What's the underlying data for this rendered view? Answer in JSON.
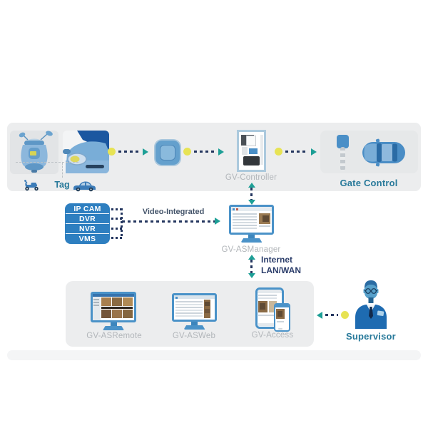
{
  "row1": {
    "tag_label": "Tag",
    "controller_label": "GV-Controller",
    "gate_label": "Gate Control"
  },
  "video_sources": {
    "items": [
      "IP CAM",
      "DVR",
      "NVR",
      "VMS"
    ],
    "link_label": "Video-Integrated"
  },
  "manager": {
    "label": "GV-ASManager",
    "network_line1": "Internet",
    "network_line2": "LAN/WAN"
  },
  "clients": {
    "remote_label": "GV-ASRemote",
    "web_label": "GV-ASWeb",
    "access_label": "GV-Access"
  },
  "supervisor": {
    "label": "Supervisor"
  },
  "colors": {
    "arrow_teal": "#1d9f96",
    "dash_navy": "#24365f",
    "dot_yellow": "#e7e354",
    "device_stack_blue": "#2e7fc0",
    "monitor_frame_blue": "#4a92c8",
    "teal_text": "#27799a",
    "navy_text": "#2c3e6b",
    "muted_label_gray": "#b2b6ba",
    "panel_gray": "#ecedee"
  },
  "icons": {
    "scooter-front-icon": "scooter front view with mirrors and tag",
    "car-front-icon": "car front close-up with tag on headlight",
    "scooter-side-icon": "small scooter silhouette",
    "car-side-icon": "small car silhouette",
    "rfid-reader-icon": "rounded square tag reader",
    "gv-controller-image": "framed controller hardware photo",
    "barrier-gate-icon": "parking barrier post",
    "car-top-icon": "car seen from above",
    "monitor-icon": "desktop monitor",
    "tablet-icon": "tablet device",
    "phone-icon": "smartphone device",
    "supervisor-icon": "person in suit with glasses"
  }
}
